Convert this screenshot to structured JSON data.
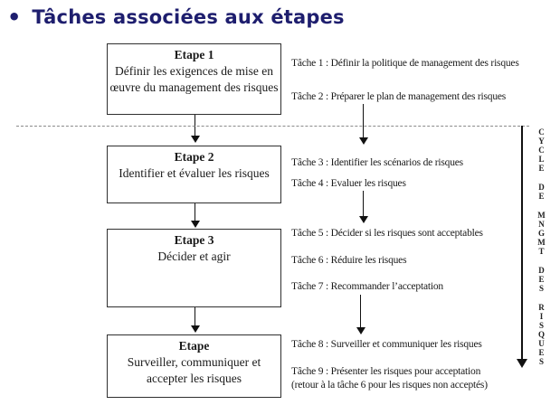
{
  "title": {
    "bullet": "•",
    "text": "Tâches associées aux étapes"
  },
  "colors": {
    "title": "#1e1e6e",
    "line": "#111111",
    "dashed": "#8a8a8a",
    "background": "#ffffff"
  },
  "stages": [
    {
      "label": "Etape 1",
      "description": "Définir les exigences de mise en œuvre du management des risques"
    },
    {
      "label": "Etape 2",
      "description": "Identifier et évaluer les risques"
    },
    {
      "label": "Etape 3",
      "description": "Décider et agir"
    },
    {
      "label": "Etape",
      "description": "Surveiller, communiquer et accepter les risques"
    }
  ],
  "tasks": [
    {
      "text": "Tâche 1 : Définir la politique de management des risques"
    },
    {
      "text": "Tâche 2 : Préparer le plan de management des risques"
    },
    {
      "text": "Tâche 3 : Identifier les scénarios de risques"
    },
    {
      "text": "Tâche 4 : Evaluer les risques"
    },
    {
      "text": "Tâche 5 : Décider si les risques sont acceptables"
    },
    {
      "text": "Tâche 6 : Réduire les risques"
    },
    {
      "text": "Tâche 7 : Recommander l’acceptation"
    },
    {
      "text": "Tâche 8 : Surveiller et communiquer les risques"
    },
    {
      "text": "Tâche 9 : Présenter les risques pour acceptation",
      "text2": "(retour à la tâche 6 pour les risques non acceptés)"
    }
  ],
  "cycle_label": {
    "words": [
      "CYCLE",
      "DE",
      "MNGMT",
      "DES",
      "RISQUES"
    ]
  }
}
